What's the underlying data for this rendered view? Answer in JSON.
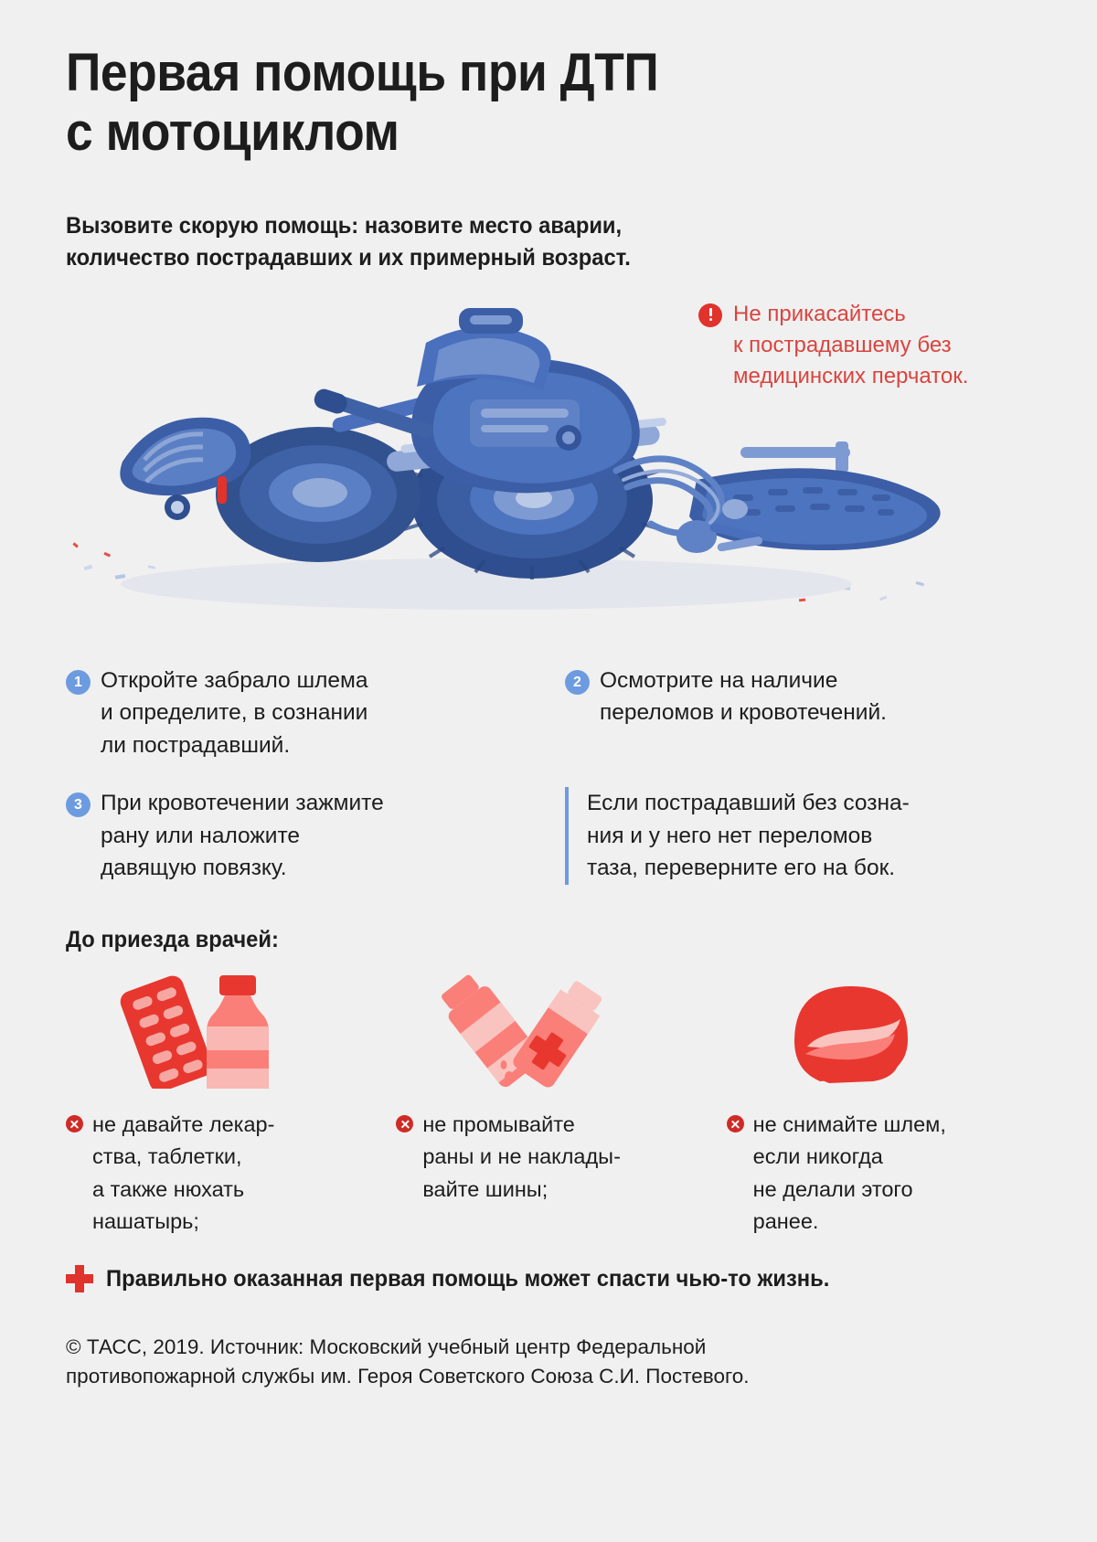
{
  "title": {
    "line1": "Первая помощь при ДТП",
    "line2": "с мотоциклом"
  },
  "subtitle": {
    "line1": "Вызовите скорую помощь: назовите место аварии,",
    "line2": "количество пострадавших и их примерный возраст."
  },
  "warning_callout": {
    "icon": "exclamation-circle-icon",
    "line1": "Не прикасайтесь",
    "line2": "к пострадавшему без",
    "line3": "медицинских перчаток.",
    "color": "#d9453f"
  },
  "illustration": {
    "name": "crashed-motorcycle-illustration",
    "colors": {
      "dark_blue": "#2f4e8f",
      "mid_blue": "#4a6fbd",
      "light_blue": "#8fa8d8",
      "pale_blue": "#c3d0ea",
      "accent_red": "#e0332c"
    }
  },
  "steps": [
    {
      "number": "1",
      "line1": "Откройте забрало шлема",
      "line2": "и определите, в сознании",
      "line3": "ли пострадавший."
    },
    {
      "number": "2",
      "line1": "Осмотрите на наличие",
      "line2": "переломов и кровотечений."
    },
    {
      "number": "3",
      "line1": "При кровотечении зажмите",
      "line2": "рану или наложите",
      "line3": "давящую повязку."
    }
  ],
  "note": {
    "line1": "Если пострадавший без созна-",
    "line2": "ния и у него нет переломов",
    "line3": "таза, переверните его на бок.",
    "accent": "#6d9be0"
  },
  "before_doctors": {
    "heading": "До приезда врачей:",
    "items": [
      {
        "icon": "pills-and-bottle-icon",
        "line1": "не давайте лекар-",
        "line2": "ства, таблетки,",
        "line3": "а также нюхать",
        "line4": "нашатырь;"
      },
      {
        "icon": "antiseptic-bottles-icon",
        "line1": "не промывайте",
        "line2": "раны и не наклады-",
        "line3": "вайте шины;"
      },
      {
        "icon": "helmet-icon",
        "line1": "не снимайте шлем,",
        "line2": "если никогда",
        "line3": "не делали этого",
        "line4": "ранее."
      }
    ]
  },
  "banner": {
    "icon": "red-cross-icon",
    "text": "Правильно оказанная первая помощь может спасти чью-то жизнь."
  },
  "credit": {
    "line1": "© ТАСС, 2019. Источник: Московский учебный центр Федеральной",
    "line2": "противопожарной службы им. Героя Советского Союза С.И. Постевого."
  },
  "theme": {
    "background": "#f0f0f0",
    "text": "#1d1d1d",
    "blue": "#6d9be0",
    "red": "#e0332c"
  }
}
